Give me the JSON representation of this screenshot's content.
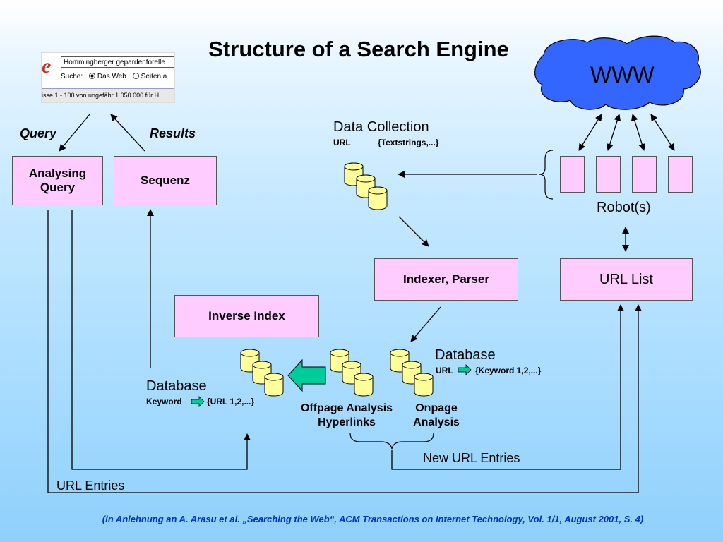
{
  "title": "Structure of a Search Engine",
  "www_label": "WWW",
  "screenshot": {
    "search_value": "Hommingberger gepardenforelle",
    "suche_label": "Suche:",
    "option_web": "Das Web",
    "option_pages": "Seiten a",
    "results_line": "isse 1 - 100 von ungefähr 1.050.000 für H"
  },
  "labels": {
    "query": "Query",
    "results": "Results",
    "data_collection": "Data Collection",
    "dc_url": "URL",
    "dc_text": "{Textstrings,...}",
    "robots": "Robot(s)",
    "db_right_title": "Database",
    "db_right_url": "URL",
    "db_right_kw": "{Keyword 1,2,...}",
    "db_left_title": "Database",
    "db_left_kw": "Keyword",
    "db_left_url": "{URL 1,2,...}",
    "offpage_line1": "Offpage Analysis",
    "offpage_line2": "Hyperlinks",
    "onpage_line1": "Onpage",
    "onpage_line2": "Analysis",
    "new_url_entries": "New URL Entries",
    "url_entries": "URL Entries"
  },
  "boxes": {
    "analysing_query": "Analysing Query",
    "sequenz": "Sequenz",
    "indexer_parser": "Indexer, Parser",
    "url_list": "URL List",
    "inverse_index": "Inverse Index"
  },
  "footer": "(in Anlehnung an A. Arasu et al. „Searching the Web“, ACM Transactions on Internet Technology, Vol. 1/1, August 2001, S. 4)",
  "colors": {
    "box_fill": "#ffccff",
    "cloud_fill": "#3366ff",
    "db_fill": "#ffff99",
    "green_arrow": "#00cc99",
    "footer_text": "#0033cc"
  }
}
